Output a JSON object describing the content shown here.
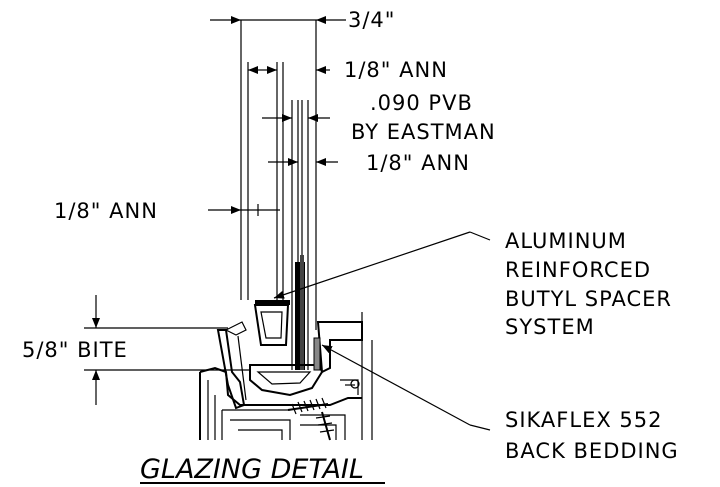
{
  "labels": {
    "overall_width": "3/4\"",
    "outer_lite": "1/8\" ANN",
    "interlayer_line1": ".090 PVB",
    "interlayer_line2": "BY EASTMAN",
    "inner_lite": "1/8\" ANN",
    "left_lite": "1/8\" ANN",
    "spacer_line1": "ALUMINUM",
    "spacer_line2": "REINFORCED",
    "spacer_line3": "BUTYL SPACER",
    "spacer_line4": "SYSTEM",
    "bite": "5/8\" BITE",
    "bedding_line1": "SIKAFLEX 552",
    "bedding_line2": "BACK BEDDING"
  },
  "title": "GLAZING DETAIL",
  "colors": {
    "ink": "#000000",
    "paper": "#ffffff"
  }
}
